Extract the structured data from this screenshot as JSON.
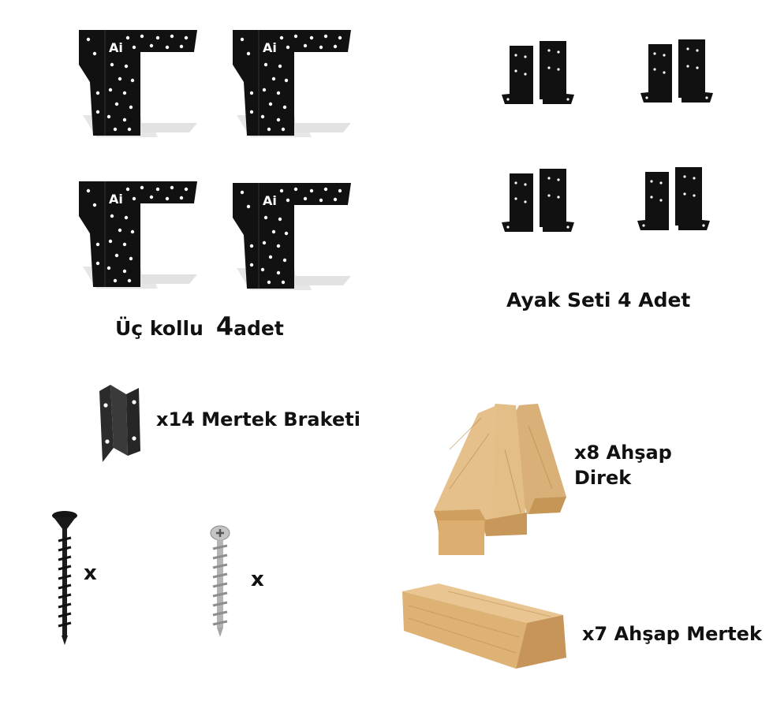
{
  "colors": {
    "steel": "#111111",
    "hole": "#ffffff",
    "wood_light": "#e8c48c",
    "wood_mid": "#d3a566",
    "wood_dark": "#b9874a",
    "zinc": "#b9b9b9"
  },
  "bracket_logo": "Ai",
  "labels": {
    "uc_kollu_prefix": "Üç kollu",
    "uc_kollu_count": "4",
    "uc_kollu_suffix": "adet",
    "ayak_seti": "Ayak Seti 4 Adet",
    "mertek_braketi": "x14 Mertek Braketi",
    "ahsap_direk_line1": "x8 Ahşap",
    "ahsap_direk_line2": "Direk",
    "ahsap_mertek": "x7 Ahşap Mertek",
    "screw_black_count": "x",
    "screw_zinc_count": "x"
  },
  "icons": {
    "three_arm_bracket": "three-arm-bracket-icon",
    "post_base": "post-base-icon",
    "u_bracket": "u-bracket-icon",
    "black_screw": "black-screw-icon",
    "zinc_screw": "zinc-screw-icon",
    "wood_posts": "wood-posts-icon",
    "wood_beam": "wood-beam-icon"
  }
}
